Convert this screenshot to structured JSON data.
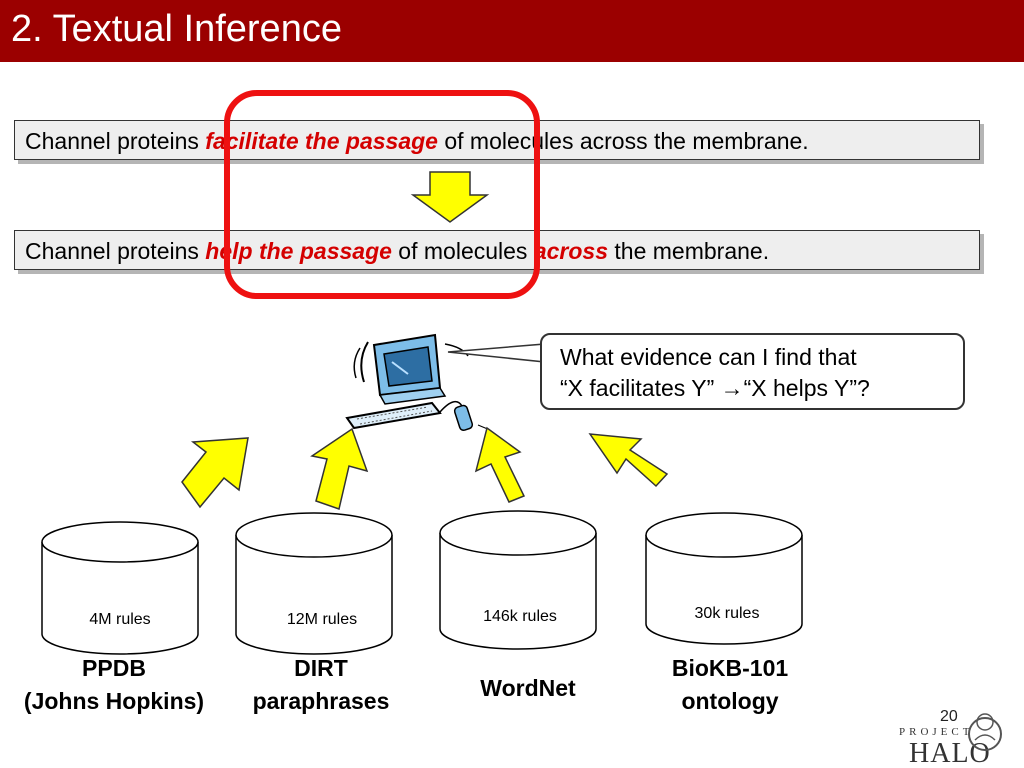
{
  "title": "2. Textual Inference",
  "sentence1": {
    "before": "Channel proteins ",
    "highlight": "facilitate the passage",
    "after": " of molecules across the membrane."
  },
  "sentence2": {
    "before": "Channel proteins ",
    "highlight1": "help the passage",
    "middle": " of molecules ",
    "highlight2": "across",
    "after": " the membrane."
  },
  "callout": {
    "line1": "What evidence can I find that",
    "line2": "“X facilitates Y” →“X helps Y”?"
  },
  "databases": [
    {
      "rules": "4M rules",
      "name_line1": "PPDB",
      "name_line2": "(Johns Hopkins)"
    },
    {
      "rules": "12M rules",
      "name_line1": "DIRT",
      "name_line2": "paraphrases"
    },
    {
      "rules": "146k  rules",
      "name_line1": "WordNet",
      "name_line2": ""
    },
    {
      "rules": "30k  rules",
      "name_line1": "BioKB-101",
      "name_line2": "ontology"
    }
  ],
  "page_number": "20",
  "logo": {
    "word1": "PROJECT",
    "word2": "HALO"
  },
  "colors": {
    "title_bar": "#9b0000",
    "highlight": "#d40000",
    "arrow_fill": "#ffff00",
    "circle": "#ee1111"
  }
}
